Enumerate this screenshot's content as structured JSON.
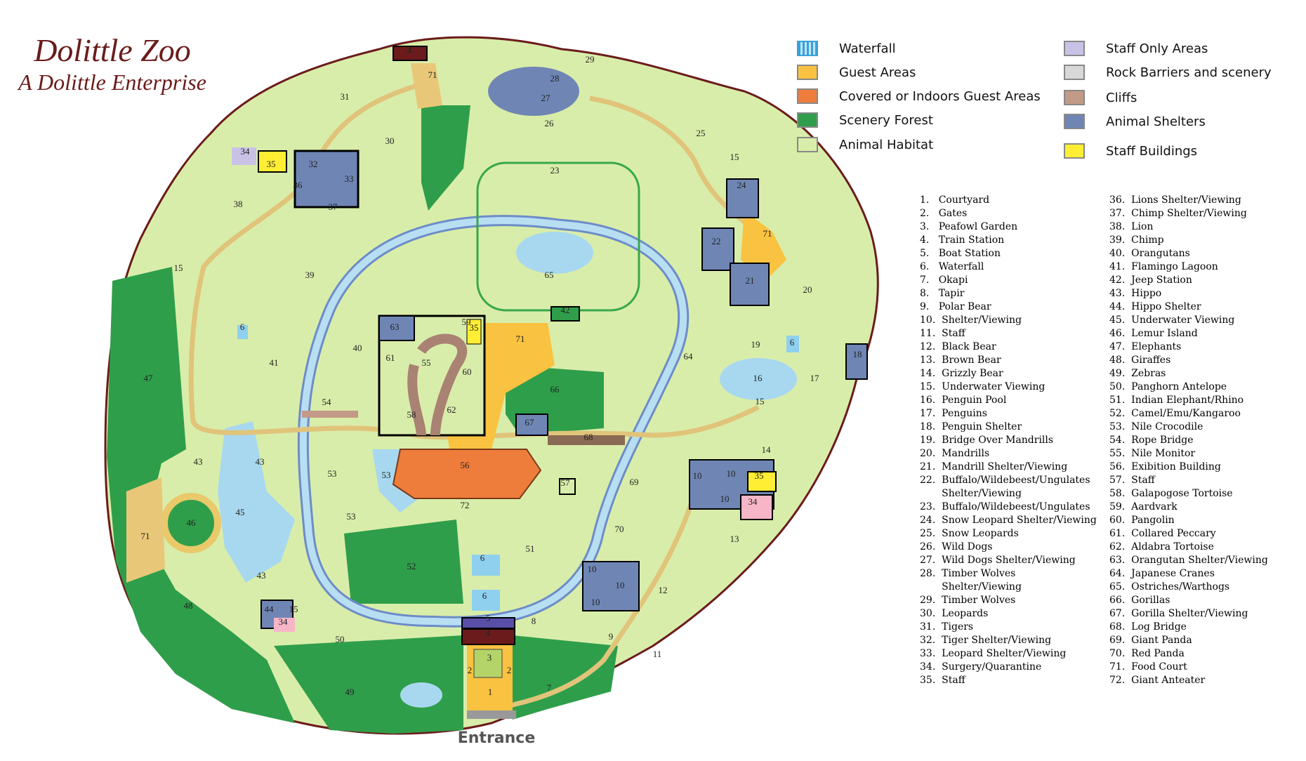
{
  "title": {
    "name": "Dolittle Zoo",
    "tagline": "A Dolittle Enterprise"
  },
  "entrance_label": "Entrance",
  "legend": [
    {
      "label": "Waterfall",
      "color": "#8fd0ef",
      "pattern": "waterfall"
    },
    {
      "label": "Guest Areas",
      "color": "#f9c240"
    },
    {
      "label": "Covered or Indoors Guest Areas",
      "color": "#ee7d3b"
    },
    {
      "label": "Scenery Forest",
      "color": "#2f9e4a"
    },
    {
      "label": "Animal Habitat",
      "color": "#d9edaa"
    },
    {
      "label": "Staff Only Areas",
      "color": "#c9c2e6"
    },
    {
      "label": "Rock Barriers and scenery",
      "color": "#d8d8d8"
    },
    {
      "label": "Cliffs",
      "color": "#c29a87"
    },
    {
      "label": "Animal Shelters",
      "color": "#6f86b5"
    },
    {
      "label": "Staff Buildings",
      "color": "#ffee33"
    }
  ],
  "key_col1": [
    "1.   Courtyard",
    "2.   Gates",
    "3.   Peafowl Garden",
    "4.   Train Station",
    "5.   Boat Station",
    "6.   Waterfall",
    "7.   Okapi",
    "8.   Tapir",
    "9.   Polar Bear",
    "10.  Shelter/Viewing",
    "11.  Staff",
    "12.  Black Bear",
    "13.  Brown Bear",
    "14.  Grizzly Bear",
    "15.  Underwater Viewing",
    "16.  Penguin Pool",
    "17.  Penguins",
    "18.  Penguin Shelter",
    "19.  Bridge Over Mandrills",
    "20.  Mandrills",
    "21.  Mandrill Shelter/Viewing",
    "22.  Buffalo/Wildebeest/Ungulates",
    "       Shelter/Viewing",
    "23.  Buffalo/Wildebeest/Ungulates",
    "24.  Snow Leopard Shelter/Viewing",
    "25.  Snow Leopards",
    "26.  Wild Dogs",
    "27.  Wild Dogs Shelter/Viewing",
    "28.  Timber Wolves",
    "       Shelter/Viewing",
    "29.  Timber Wolves",
    "30.  Leopards",
    "31.  Tigers",
    "32.  Tiger Shelter/Viewing",
    "33.  Leopard Shelter/Viewing",
    "34.  Surgery/Quarantine",
    "35.  Staff"
  ],
  "key_col2": [
    "36.  Lions Shelter/Viewing",
    "37.  Chimp Shelter/Viewing",
    "38.  Lion",
    "39.  Chimp",
    "40.  Orangutans",
    "41.  Flamingo Lagoon",
    "42.  Jeep Station",
    "43.  Hippo",
    "44.  Hippo Shelter",
    "45.  Underwater Viewing",
    "46.  Lemur Island",
    "47.  Elephants",
    "48.  Giraffes",
    "49.  Zebras",
    "50.  Panghorn Antelope",
    "51.  Indian Elephant/Rhino",
    "52.  Camel/Emu/Kangaroo",
    "53.  Nile Crocodile",
    "54.  Rope Bridge",
    "55.  Nile Monitor",
    "56.  Exibition Building",
    "57.  Staff",
    "58.  Galapogose Tortoise",
    "59.  Aardvark",
    "60.  Pangolin",
    "61.  Collared Peccary",
    "62.  Aldabra Tortoise",
    "63.  Orangutan Shelter/Viewing",
    "64.  Japanese Cranes",
    "65.  Ostriches/Warthogs",
    "66.  Gorillas",
    "67.  Gorilla Shelter/Viewing",
    "68.  Log Bridge",
    "69.  Giant Panda",
    "70.  Red Panda",
    "71.  Food Court",
    "72.  Giant Anteater"
  ],
  "map_labels": [
    {
      "text": "4"
    },
    {
      "text": "71"
    },
    {
      "text": "29"
    },
    {
      "text": "28"
    },
    {
      "text": "27"
    },
    {
      "text": "26"
    },
    {
      "text": "25"
    },
    {
      "text": "31"
    },
    {
      "text": "30"
    },
    {
      "text": "34"
    },
    {
      "text": "35"
    },
    {
      "text": "32"
    },
    {
      "text": "36"
    },
    {
      "text": "33"
    },
    {
      "text": "37"
    },
    {
      "text": "38"
    },
    {
      "text": "23"
    },
    {
      "text": "15"
    },
    {
      "text": "24"
    },
    {
      "text": "22"
    },
    {
      "text": "71"
    },
    {
      "text": "21"
    },
    {
      "text": "20"
    },
    {
      "text": "15"
    },
    {
      "text": "39"
    },
    {
      "text": "65"
    },
    {
      "text": "42"
    },
    {
      "text": "6"
    },
    {
      "text": "63"
    },
    {
      "text": "59"
    },
    {
      "text": "35"
    },
    {
      "text": "71"
    },
    {
      "text": "19"
    },
    {
      "text": "6"
    },
    {
      "text": "18"
    },
    {
      "text": "41"
    },
    {
      "text": "40"
    },
    {
      "text": "61"
    },
    {
      "text": "55"
    },
    {
      "text": "60"
    },
    {
      "text": "64"
    },
    {
      "text": "16"
    },
    {
      "text": "17"
    },
    {
      "text": "47"
    },
    {
      "text": "54"
    },
    {
      "text": "58"
    },
    {
      "text": "62"
    },
    {
      "text": "66"
    },
    {
      "text": "15"
    },
    {
      "text": "67"
    },
    {
      "text": "68"
    },
    {
      "text": "14"
    },
    {
      "text": "43"
    },
    {
      "text": "43"
    },
    {
      "text": "53"
    },
    {
      "text": "53"
    },
    {
      "text": "56"
    },
    {
      "text": "57"
    },
    {
      "text": "10"
    },
    {
      "text": "10"
    },
    {
      "text": "35"
    },
    {
      "text": "69"
    },
    {
      "text": "10"
    },
    {
      "text": "34"
    },
    {
      "text": "45"
    },
    {
      "text": "72"
    },
    {
      "text": "53"
    },
    {
      "text": "46"
    },
    {
      "text": "71"
    },
    {
      "text": "70"
    },
    {
      "text": "13"
    },
    {
      "text": "6"
    },
    {
      "text": "51"
    },
    {
      "text": "52"
    },
    {
      "text": "10"
    },
    {
      "text": "10"
    },
    {
      "text": "12"
    },
    {
      "text": "43"
    },
    {
      "text": "10"
    },
    {
      "text": "6"
    },
    {
      "text": "48"
    },
    {
      "text": "44"
    },
    {
      "text": "15"
    },
    {
      "text": "34"
    },
    {
      "text": "5"
    },
    {
      "text": "4"
    },
    {
      "text": "50"
    },
    {
      "text": "9"
    },
    {
      "text": "8"
    },
    {
      "text": "11"
    },
    {
      "text": "3"
    },
    {
      "text": "2"
    },
    {
      "text": "2"
    },
    {
      "text": "1"
    },
    {
      "text": "49"
    },
    {
      "text": "7"
    }
  ]
}
